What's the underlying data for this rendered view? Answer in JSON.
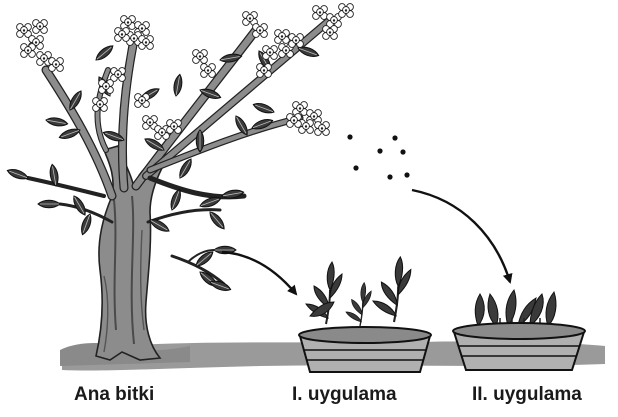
{
  "labels": {
    "parent_plant": "Ana bitki",
    "application_1": "I. uygulama",
    "application_2": "II. uygulama"
  },
  "colors": {
    "ink": "#111111",
    "bark": "#8c8c8c",
    "bark_dark": "#4a4a4a",
    "leaf": "#3a3a3a",
    "ground": "#9a9a9a",
    "pot": "#b0b0b0",
    "flower": "#ffffff"
  }
}
